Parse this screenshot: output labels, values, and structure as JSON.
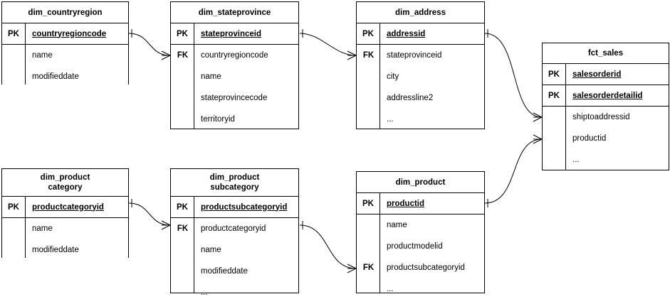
{
  "diagram": {
    "title_lines_separator": "space",
    "stroke_color": "#000000",
    "background": "#ffffff",
    "entities": [
      {
        "id": "dim_countryregion",
        "title": [
          "dim_countryregion"
        ],
        "keys": [
          {
            "tag": "PK",
            "name": "countryregioncode"
          }
        ],
        "fk_tag": "",
        "attributes": [
          "name",
          "modifieddate"
        ]
      },
      {
        "id": "dim_stateprovince",
        "title": [
          "dim_stateprovince"
        ],
        "keys": [
          {
            "tag": "PK",
            "name": "stateprovinceid"
          }
        ],
        "fk_tag": "FK",
        "attributes": [
          "countryregioncode",
          "name",
          "stateprovincecode",
          "territoryid"
        ]
      },
      {
        "id": "dim_address",
        "title": [
          "dim_address"
        ],
        "keys": [
          {
            "tag": "PK",
            "name": "addressid"
          }
        ],
        "fk_tag": "FK",
        "attributes": [
          "stateprovinceid",
          "city",
          "addressline2",
          "..."
        ]
      },
      {
        "id": "fct_sales",
        "title": [
          "fct_sales"
        ],
        "keys": [
          {
            "tag": "PK",
            "name": "salesorderid"
          },
          {
            "tag": "PK",
            "name": "salesorderdetailid"
          }
        ],
        "fk_tag": "",
        "attributes": [
          "shiptoaddressid",
          "productid",
          "..."
        ]
      },
      {
        "id": "dim_productcategory",
        "title": [
          "dim_product",
          "category"
        ],
        "keys": [
          {
            "tag": "PK",
            "name": "productcategoryid"
          }
        ],
        "fk_tag": "",
        "attributes": [
          "name",
          "modifieddate"
        ]
      },
      {
        "id": "dim_productsubcategory",
        "title": [
          "dim_product",
          "subcategory"
        ],
        "keys": [
          {
            "tag": "PK",
            "name": "productsubcategoryid"
          }
        ],
        "fk_tag": "FK",
        "attributes": [
          "productcategoryid",
          "name",
          "modifieddate",
          "..."
        ]
      },
      {
        "id": "dim_product",
        "title": [
          "dim_product"
        ],
        "keys": [
          {
            "tag": "PK",
            "name": "productid"
          }
        ],
        "fk_tag": "FK",
        "attributes": [
          "name",
          "productmodelid",
          "productsubcategoryid",
          "..."
        ]
      }
    ],
    "relationships": [
      {
        "from": "dim_countryregion.countryregioncode",
        "to": "dim_stateprovince.countryregioncode",
        "from_cardinality": "one",
        "to_cardinality": "many"
      },
      {
        "from": "dim_stateprovince.stateprovinceid",
        "to": "dim_address.stateprovinceid",
        "from_cardinality": "one",
        "to_cardinality": "many"
      },
      {
        "from": "dim_address.addressid",
        "to": "fct_sales.shiptoaddressid",
        "from_cardinality": "one",
        "to_cardinality": "many"
      },
      {
        "from": "dim_product.productid",
        "to": "fct_sales.productid",
        "from_cardinality": "one",
        "to_cardinality": "many"
      },
      {
        "from": "dim_productcategory.productcategoryid",
        "to": "dim_productsubcategory.productcategoryid",
        "from_cardinality": "one",
        "to_cardinality": "many"
      },
      {
        "from": "dim_productsubcategory.productsubcategoryid",
        "to": "dim_product.productsubcategoryid",
        "from_cardinality": "one",
        "to_cardinality": "many"
      }
    ]
  }
}
